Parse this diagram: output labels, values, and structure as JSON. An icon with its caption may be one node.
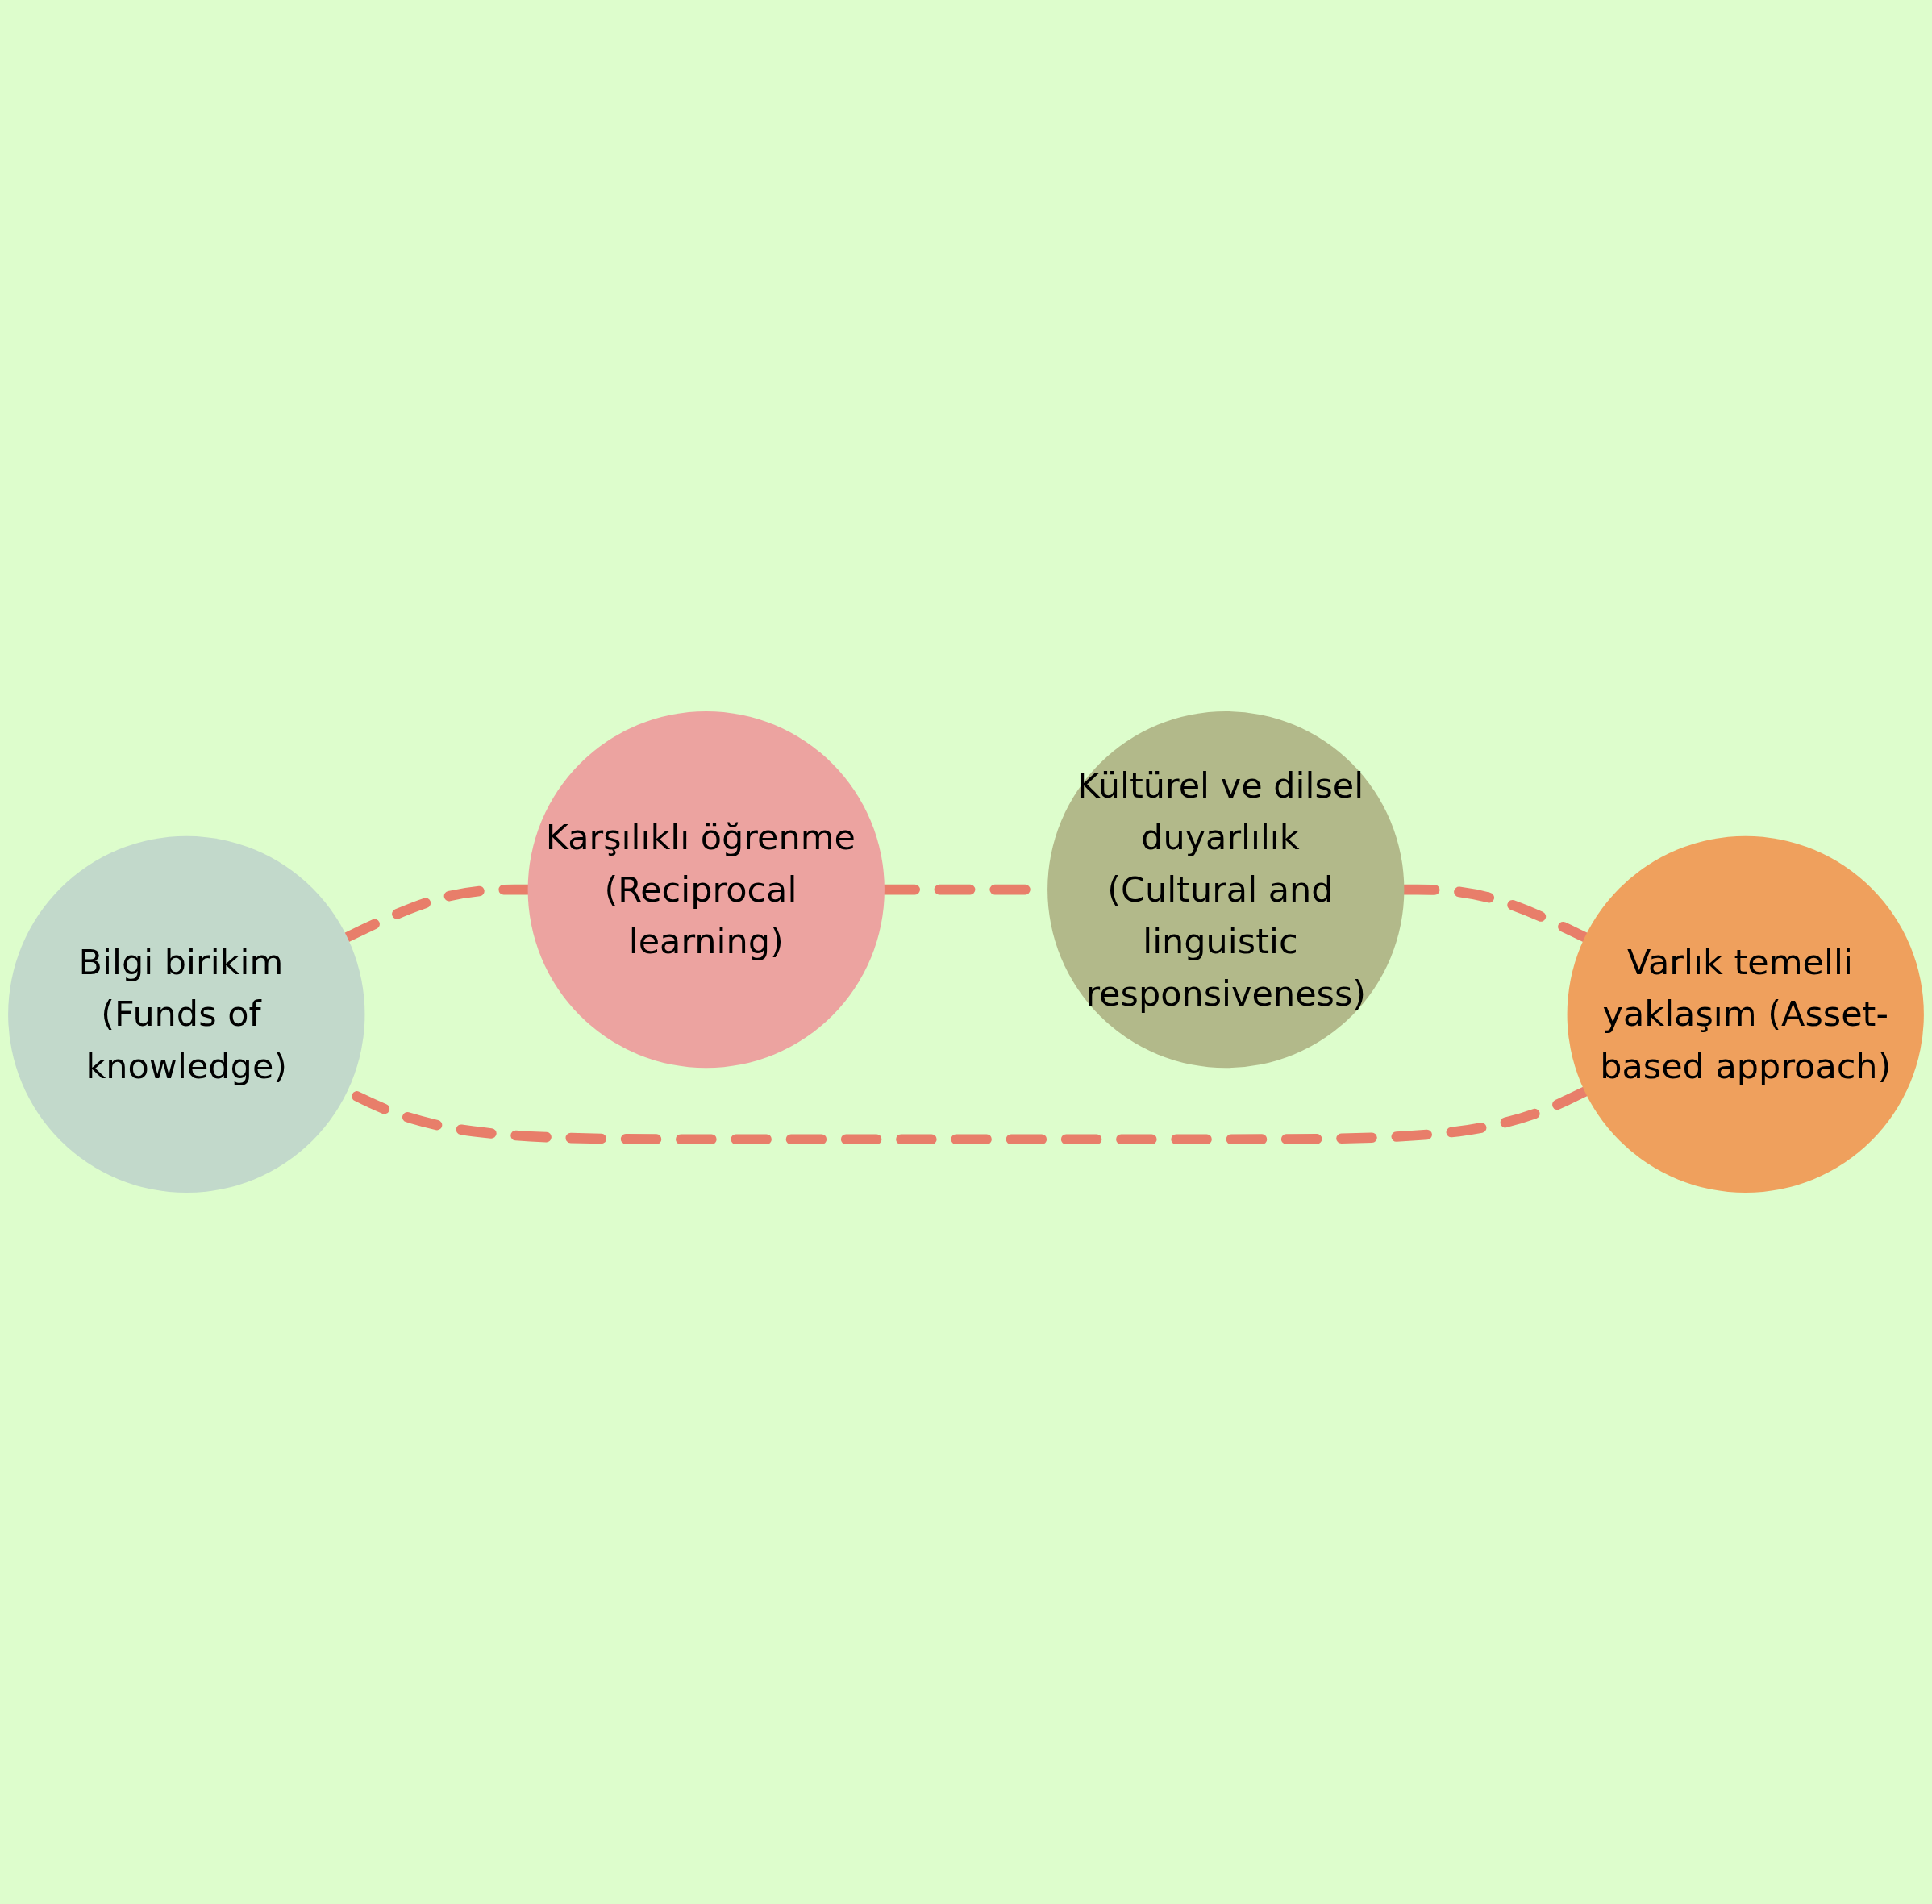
{
  "diagram": {
    "nodes": [
      {
        "text": [
          "Bilgi birikim (Funds of knowledge)"
        ]
      },
      {
        "text": [
          "Karşılıklı öğrenme (Reciprocal learning)"
        ]
      },
      {
        "text": [
          "Varlık temelli yaklaşım (Asset-based approach)"
        ]
      },
      {
        "text": [
          "Kültürel ve dilsel duyarlılık (Cultural and linguistic responsiveness)"
        ]
      }
    ],
    "edges": [
      {
        "from": 0,
        "to": 1,
        "arrow": "none",
        "style": "dashed"
      },
      {
        "from": 1,
        "to": 3,
        "arrow": "none",
        "style": "dashed"
      },
      {
        "from": 3,
        "to": 2,
        "arrow": "none",
        "style": "dashed"
      },
      {
        "from": 2,
        "to": 0,
        "arrow": "none",
        "style": "dashed"
      }
    ]
  }
}
